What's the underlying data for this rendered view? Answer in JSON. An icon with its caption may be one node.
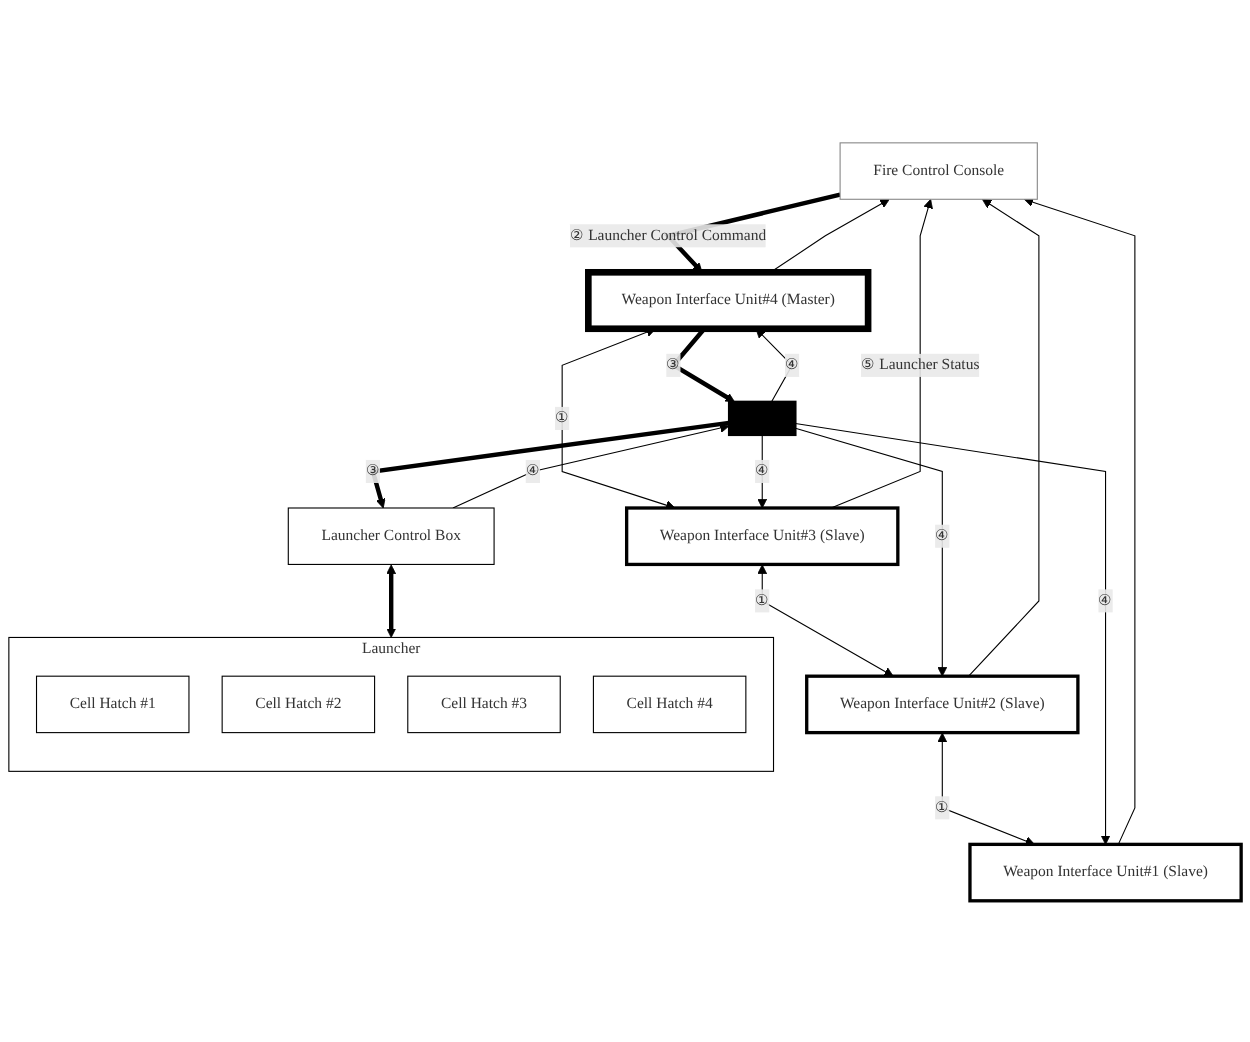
{
  "diagram": {
    "nodes": [
      {
        "text": [
          "Fire Control Console"
        ]
      },
      {
        "text": [
          "Weapon Interface Unit#4 (Master)"
        ]
      },
      {
        "text": [
          "Weapon Interface Unit#3 (Slave)"
        ]
      },
      {
        "text": [
          "Weapon Interface Unit#2 (Slave)"
        ]
      },
      {
        "text": [
          "Weapon Interface Unit#1 (Slave)"
        ]
      },
      {
        "text": [],
        "shape": "bar"
      },
      {
        "text": [
          "Launcher Control Box"
        ]
      },
      {
        "text": [
          "Launcher"
        ]
      },
      {
        "text": [
          "Cell Hatch #1"
        ],
        "in": 7
      },
      {
        "text": [
          "Cell Hatch #2"
        ],
        "in": 7
      },
      {
        "text": [
          "Cell Hatch #3"
        ],
        "in": 7
      },
      {
        "text": [
          "Cell Hatch #4"
        ],
        "in": 7
      }
    ],
    "edges": [
      {
        "from": 1,
        "to": 0,
        "arrow": "to"
      },
      {
        "from": 0,
        "to": 1,
        "arrow": "to",
        "label": "② Launcher Control Command",
        "style": "thick"
      },
      {
        "from": 2,
        "to": 0,
        "arrow": "to",
        "label": "⑤ Launcher Status"
      },
      {
        "from": 3,
        "to": 0,
        "arrow": "to"
      },
      {
        "from": 4,
        "to": 0,
        "arrow": "to"
      },
      {
        "from": 1,
        "to": 2,
        "arrow": "both",
        "label": "①"
      },
      {
        "from": 2,
        "to": 3,
        "arrow": "both",
        "label": "①"
      },
      {
        "from": 3,
        "to": 4,
        "arrow": "both",
        "label": "①"
      },
      {
        "from": 1,
        "to": 5,
        "arrow": "to",
        "label": "③",
        "style": "thick"
      },
      {
        "from": 5,
        "to": 1,
        "arrow": "to",
        "label": "④"
      },
      {
        "from": 5,
        "to": 2,
        "arrow": "to",
        "label": "④"
      },
      {
        "from": 5,
        "to": 3,
        "arrow": "to",
        "label": "④"
      },
      {
        "from": 5,
        "to": 4,
        "arrow": "to",
        "label": "④"
      },
      {
        "from": 5,
        "to": 6,
        "arrow": "to",
        "label": "③",
        "style": "thick"
      },
      {
        "from": 6,
        "to": 5,
        "arrow": "to",
        "label": "④"
      },
      {
        "from": 6,
        "to": 7,
        "arrow": "both",
        "style": "thick"
      }
    ]
  }
}
